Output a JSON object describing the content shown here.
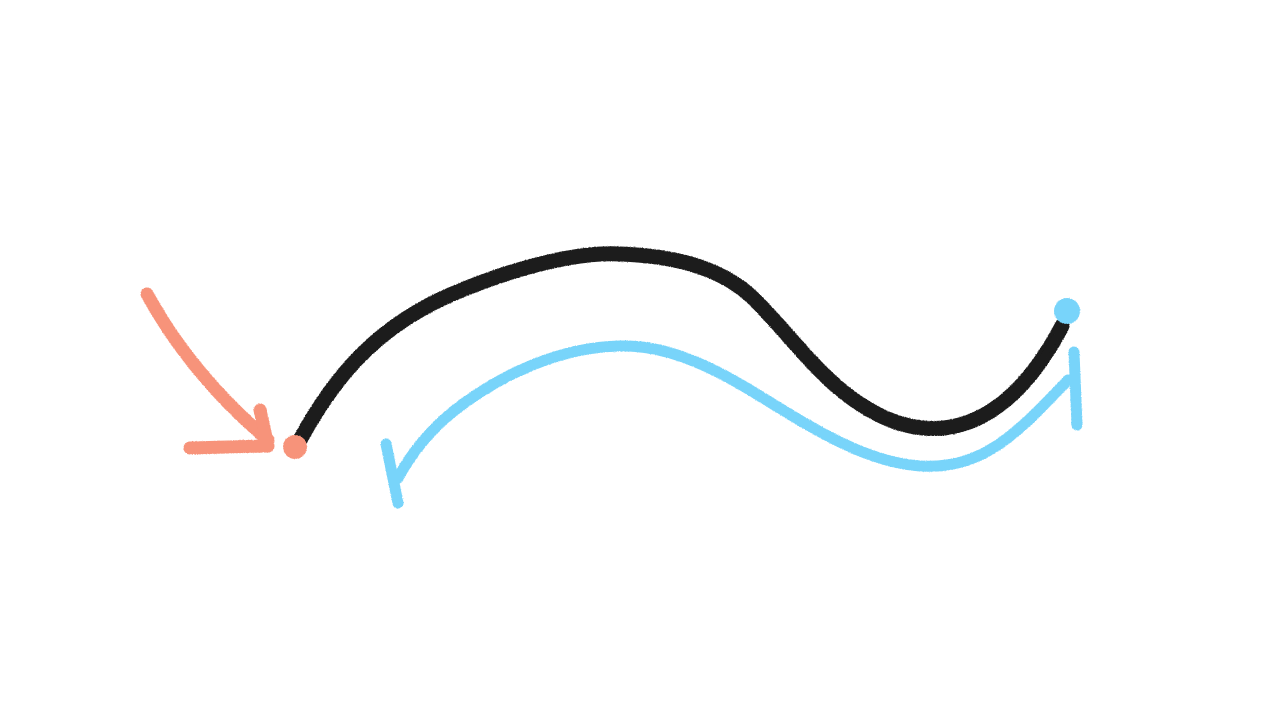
{
  "background": "#ffffff",
  "colors": {
    "stroke": "#1c1c1c",
    "start": "#f7937a",
    "end": "#78d4fa"
  },
  "elements": {
    "main_stroke": {
      "icon": "curved-line",
      "color": "#1c1c1c"
    },
    "start_point": {
      "icon": "dot",
      "color": "#f7937a"
    },
    "end_point": {
      "icon": "dot",
      "color": "#78d4fa"
    },
    "start_arrow": {
      "icon": "arrow-pointing-to-start",
      "color": "#f7937a"
    },
    "return_arrow": {
      "icon": "curved-arrow-end-to-start",
      "color": "#78d4fa"
    }
  }
}
